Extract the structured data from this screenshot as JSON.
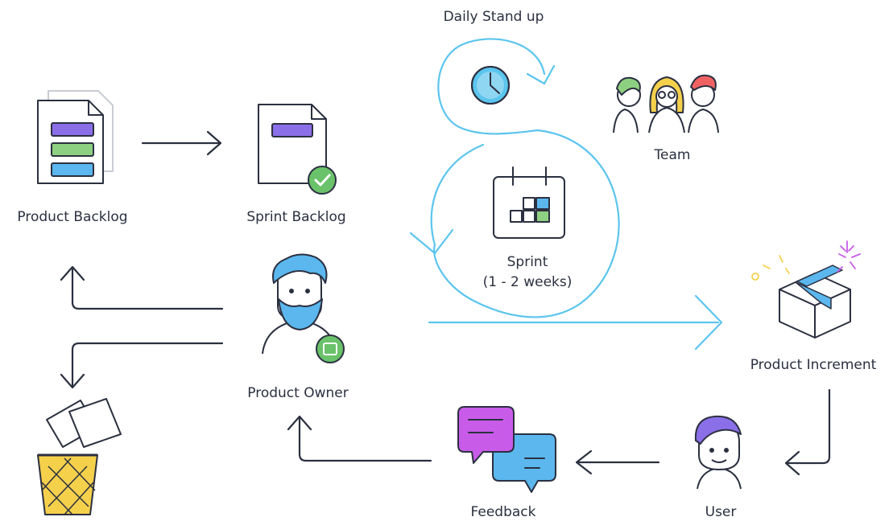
{
  "labels": {
    "daily_standup": "Daily Stand up",
    "team": "Team",
    "product_backlog": "Product Backlog",
    "sprint_backlog": "Sprint Backlog",
    "sprint": "Sprint",
    "sprint_duration": "(1 - 2 weeks)",
    "product_owner": "Product Owner",
    "product_increment": "Product Increment",
    "feedback": "Feedback",
    "user": "User"
  },
  "colors": {
    "ink": "#2b3040",
    "cycle_blue": "#5bc5ee",
    "purple": "#8b6fe8",
    "green": "#8ed081",
    "blue": "#5bb7ee",
    "magenta": "#c85ce8",
    "yellow": "#f5d04b",
    "check_green": "#6ac26a"
  }
}
